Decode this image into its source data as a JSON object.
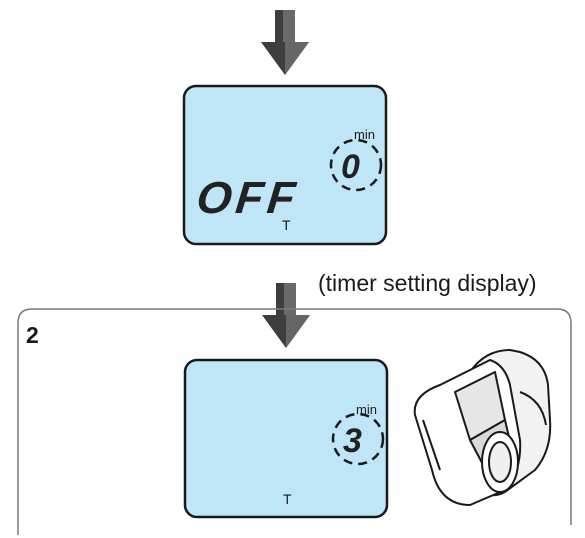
{
  "display1": {
    "value": "OFF",
    "digit": "0",
    "unit": "min",
    "indicator": "T"
  },
  "caption": "(timer setting display)",
  "step": {
    "number": "2"
  },
  "display2": {
    "digit": "3",
    "unit": "min",
    "indicator": "T"
  },
  "colors": {
    "lcd_fill": "#bfe6f6",
    "lcd_border": "#1a1a1a",
    "arrow": "#4a4a4a"
  },
  "icons": {
    "arrow": "down-arrow-icon",
    "device": "wrist-monitor-illustration"
  }
}
